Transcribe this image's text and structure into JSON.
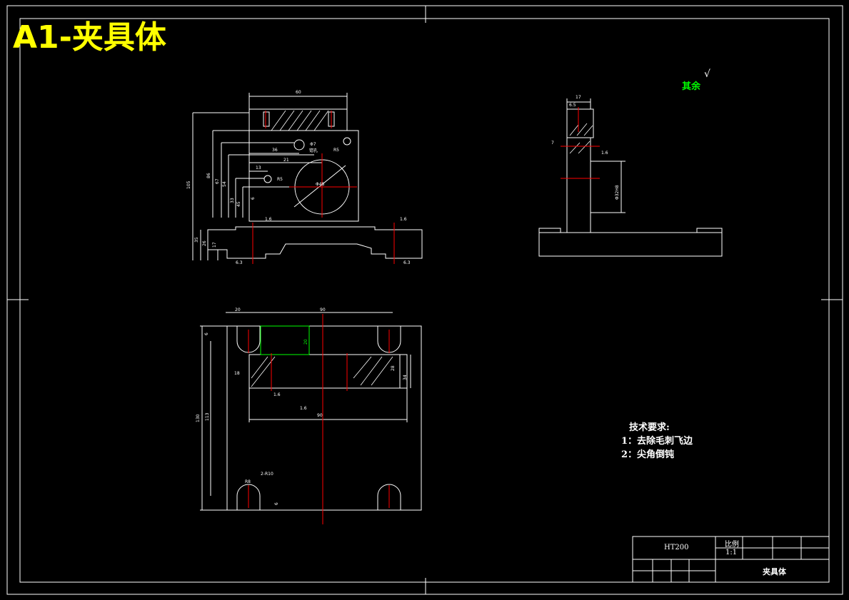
{
  "title": "A1-夹具体",
  "title_color": "#ffff00",
  "roughness_note": {
    "label": "其余",
    "color": "#00ff00"
  },
  "tech_requirements": {
    "heading": "技术要求:",
    "items": [
      "1：去除毛刺飞边",
      "2：尖角倒钝"
    ]
  },
  "title_block": {
    "material": "HT200",
    "scale_label": "比例",
    "scale_value": "1:1",
    "part_name": "夹具体"
  },
  "dims_front": {
    "width_top": "60",
    "hole_label": "Φ7",
    "hole_label2": "锪孔",
    "d36": "36",
    "d21": "21",
    "d13": "13",
    "r5": "R5",
    "big_d": "Φ48",
    "r5b": "R5",
    "h105": "105",
    "h86": "86",
    "h67": "67",
    "h54": "54",
    "h33": "33",
    "h45": "45",
    "h6": "6",
    "h35": "35",
    "h26": "26",
    "h17": "17",
    "rough1": "1.6",
    "rough2": "1.6",
    "rough3": "6.3",
    "rough4": "6.3"
  },
  "dims_side": {
    "w17": "17",
    "w65": "6.5",
    "h7": "7",
    "rough": "1.6",
    "bore": "Φ32H8"
  },
  "dims_top": {
    "w20": "20",
    "w90": "90",
    "h6": "6",
    "h20": "20",
    "w18": "18",
    "h28": "28",
    "h34": "34",
    "w90b": "90",
    "h130": "130",
    "h113": "113",
    "r8": "R8",
    "r10": "2-R10",
    "h6b": "6",
    "rough1": "1.6",
    "rough2": "1.6"
  }
}
